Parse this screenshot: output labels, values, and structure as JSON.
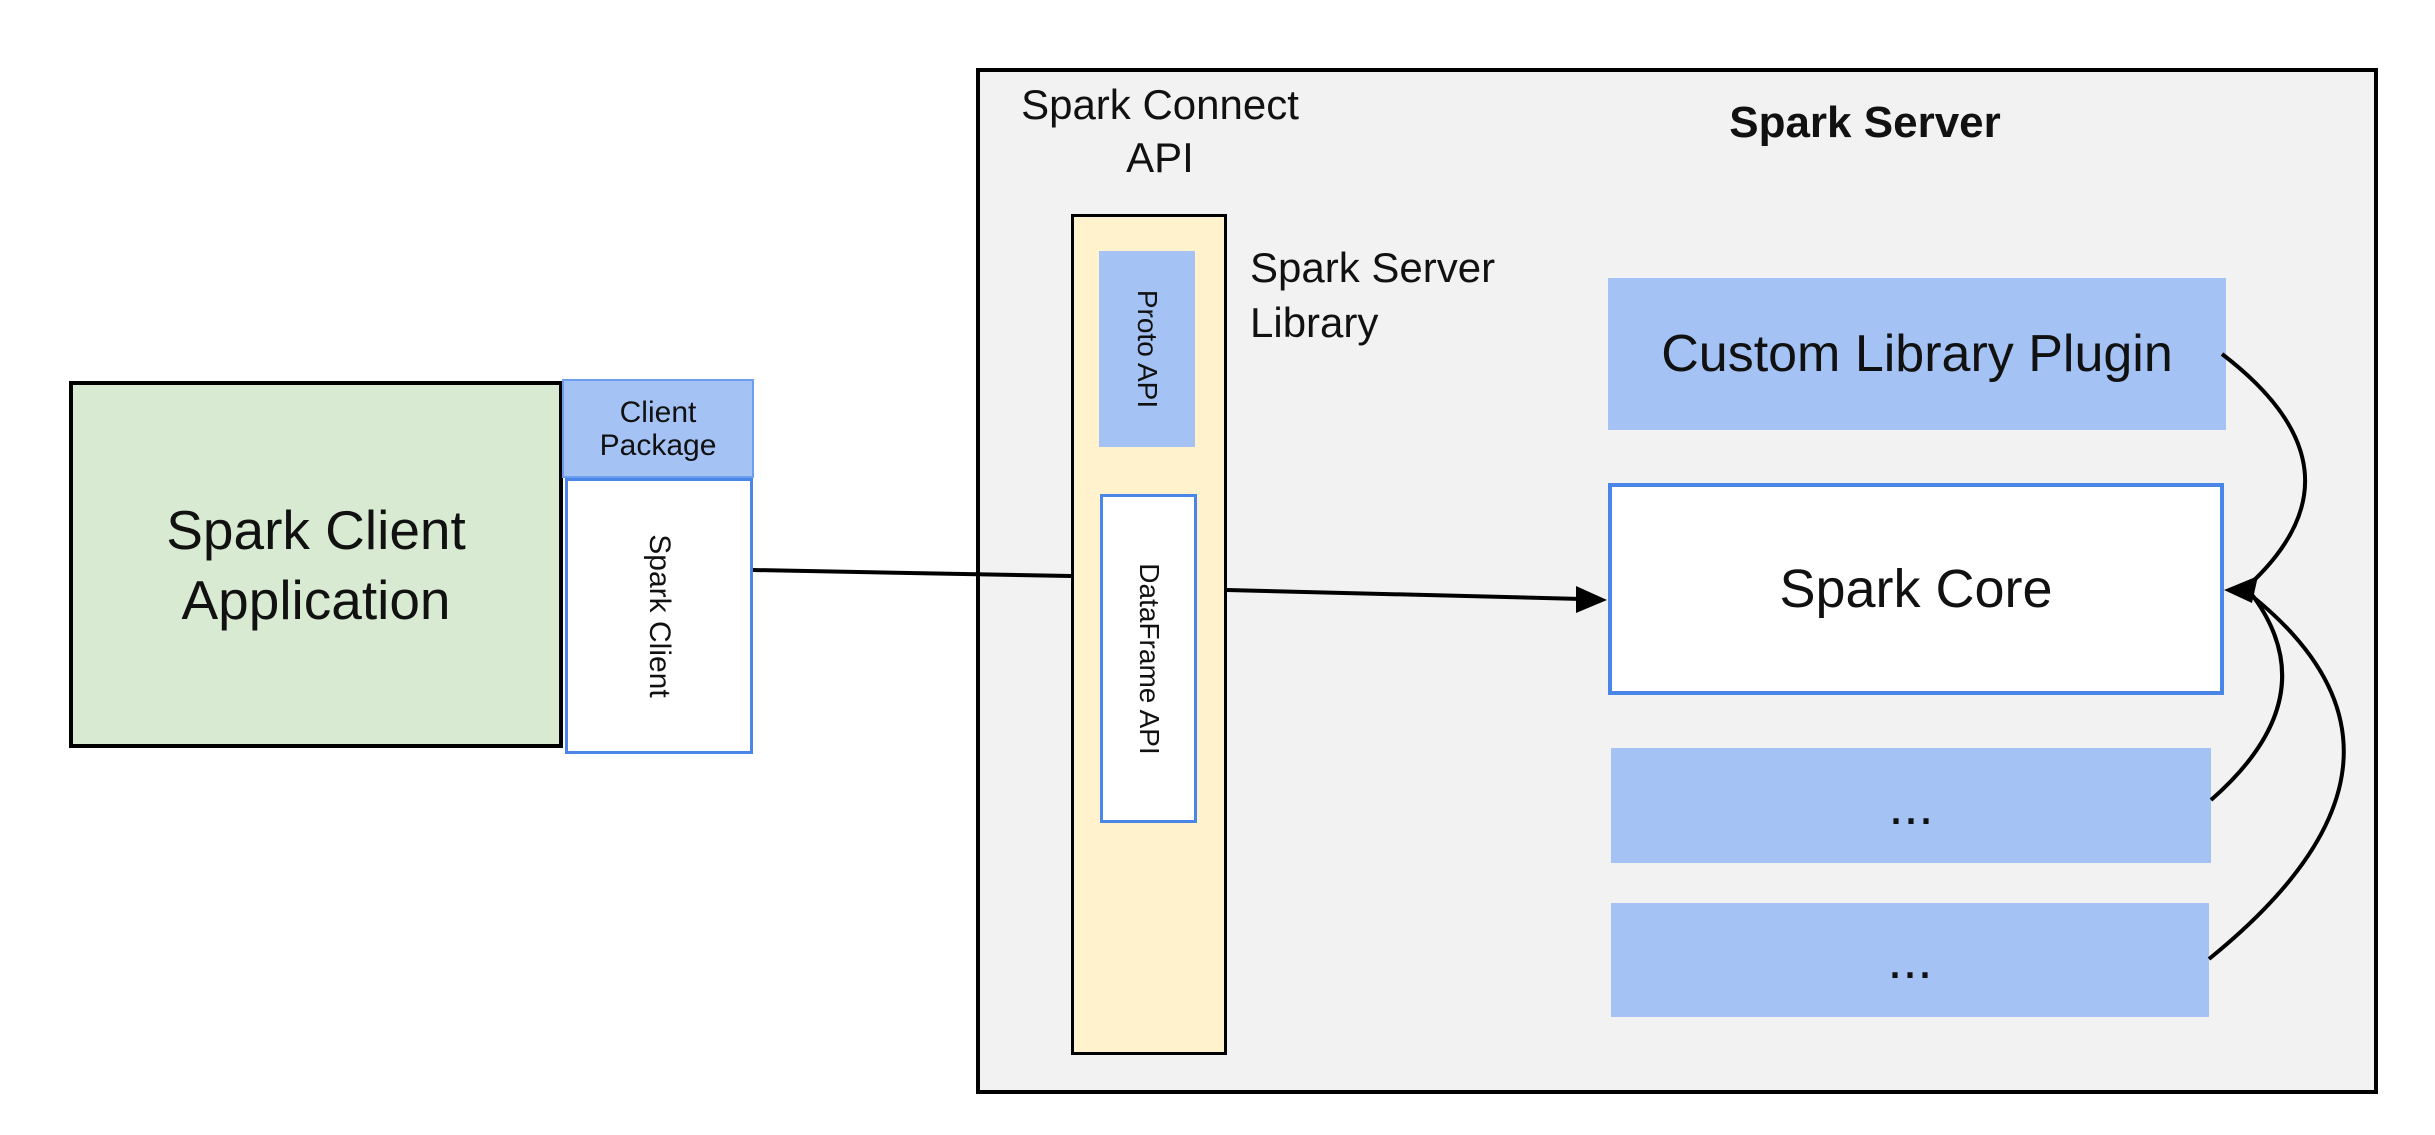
{
  "colors": {
    "green_fill": "#d9ead3",
    "blue_fill": "#a4c2f4",
    "blue_border": "#4a86e8",
    "package_border": "#6d9eeb",
    "yellow_fill": "#fff2cc",
    "gray_fill": "#f2f2f2",
    "line": "#000000"
  },
  "client": {
    "app_label": "Spark Client Application",
    "package_label": "Client Package",
    "client_label": "Spark Client"
  },
  "connect": {
    "api_label": "Spark Connect API",
    "proto_label": "Proto API",
    "dataframe_label": "DataFrame API",
    "library_label": "Spark Server Library"
  },
  "server": {
    "title": "Spark Server",
    "plugin_label": "Custom Library Plugin",
    "core_label": "Spark Core",
    "module1_label": "...",
    "module2_label": "..."
  }
}
